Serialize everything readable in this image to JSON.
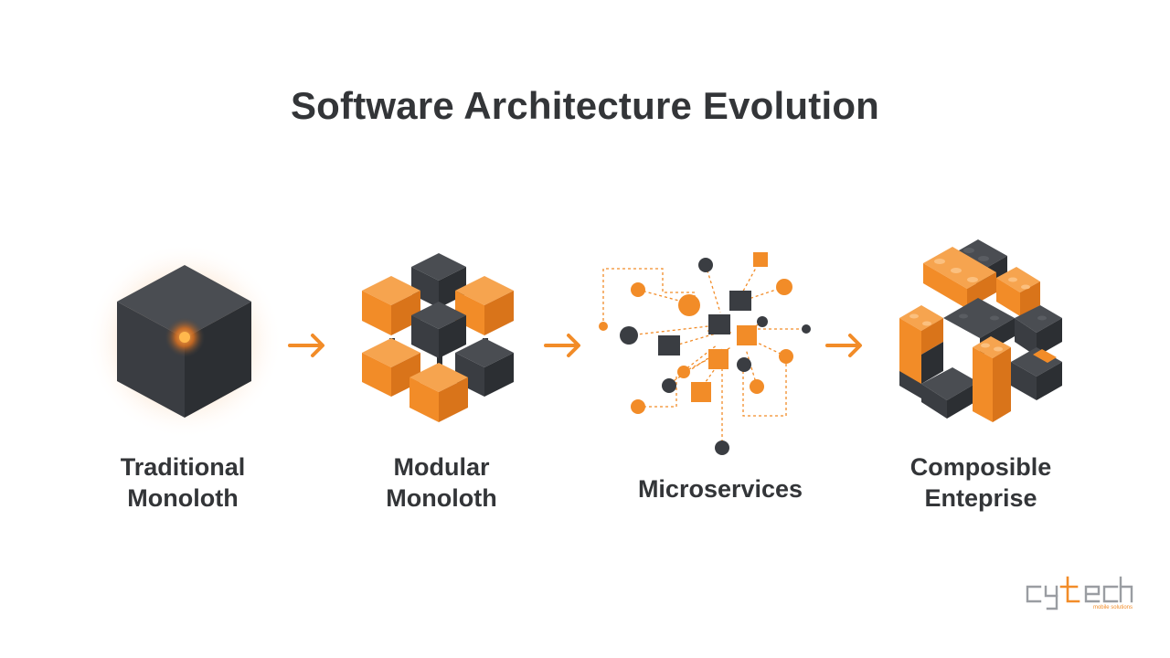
{
  "title": "Software Architecture Evolution",
  "stages": [
    {
      "line1": "Traditional",
      "line2": "Monoloth"
    },
    {
      "line1": "Modular",
      "line2": "Monoloth"
    },
    {
      "line1": "Microservices"
    },
    {
      "line1": "Composible",
      "line2": "Enteprise"
    }
  ],
  "logo": {
    "brand": "cytech",
    "tagline": "mobile solutions"
  },
  "colors": {
    "orange": "#F28C28",
    "dark": "#3A3D42",
    "text": "#333538"
  }
}
